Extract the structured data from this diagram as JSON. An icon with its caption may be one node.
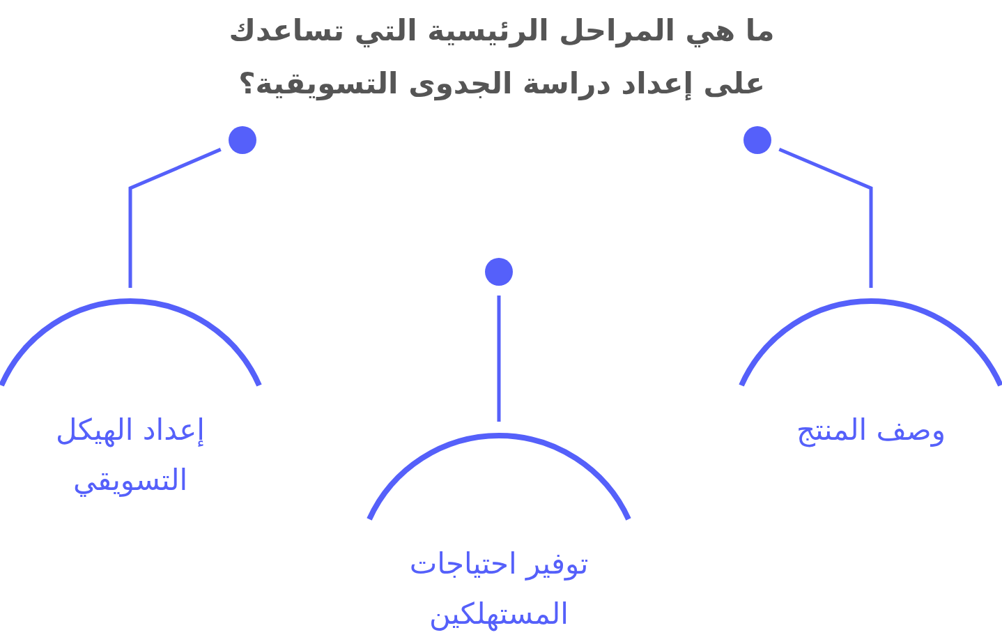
{
  "diagram": {
    "title": "ما هي المراحل الرئيسية التي تساعدك على إعداد دراسة الجدوى التسويقية؟",
    "nodes": [
      {
        "text": [],
        "shape": "circle"
      },
      {
        "text": [
          "إعداد الهيكل التسويقي"
        ]
      },
      {
        "text": [],
        "shape": "circle"
      },
      {
        "text": [
          "توفير احتياجات المستهلكين"
        ]
      },
      {
        "text": [],
        "shape": "circle"
      },
      {
        "text": [
          "وصف المنتج"
        ]
      }
    ],
    "edges": [
      {
        "from": 0,
        "to": 1,
        "arrow": "none"
      },
      {
        "from": 2,
        "to": 3,
        "arrow": "none"
      },
      {
        "from": 4,
        "to": 5,
        "arrow": "none"
      }
    ]
  }
}
